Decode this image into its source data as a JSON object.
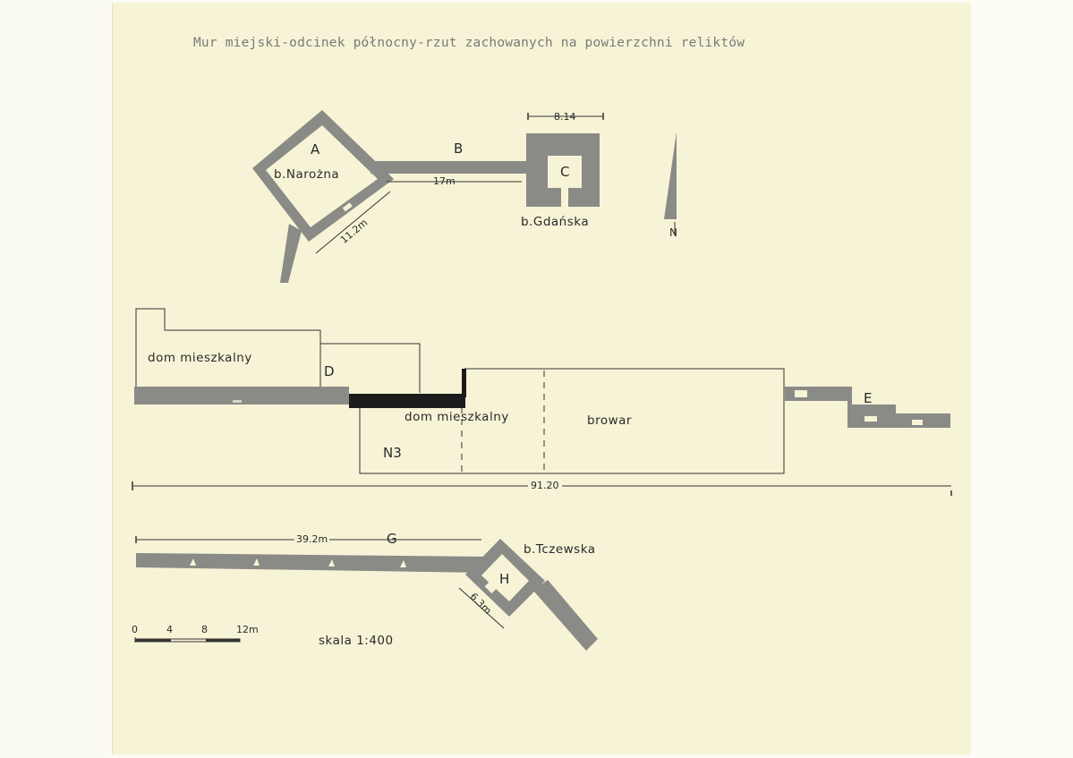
{
  "title": "Mur miejski-odcinek północny-rzut zachowanych na powierzchni reliktów",
  "labels": {
    "A": "A",
    "b_narozna": "b.Narożna",
    "B": "B",
    "dim_17m": "17m",
    "dim_11_2m": "11.2m",
    "dim_8_14": "8.14",
    "C": "C",
    "b_gdanska": "b.Gdańska",
    "dom_mieszkalny_1": "dom mieszkalny",
    "D": "D",
    "dom_mieszkalny_2": "dom mieszkalny",
    "browar": "browar",
    "N3": "N3",
    "E": "E",
    "dim_91_20": "91.20",
    "dim_39_2m": "39.2m",
    "G": "G",
    "b_tczewska": "b.Tczewska",
    "H": "H",
    "dim_6_3m": "6.3m",
    "scale_ticks": [
      "0",
      "4",
      "8",
      "12m"
    ],
    "scale_text": "skala 1:400"
  },
  "colors": {
    "paper": "#f6f3d6",
    "wall": "#8a8a86",
    "wall_dark": "#1c1c1c",
    "line": "#333333"
  }
}
